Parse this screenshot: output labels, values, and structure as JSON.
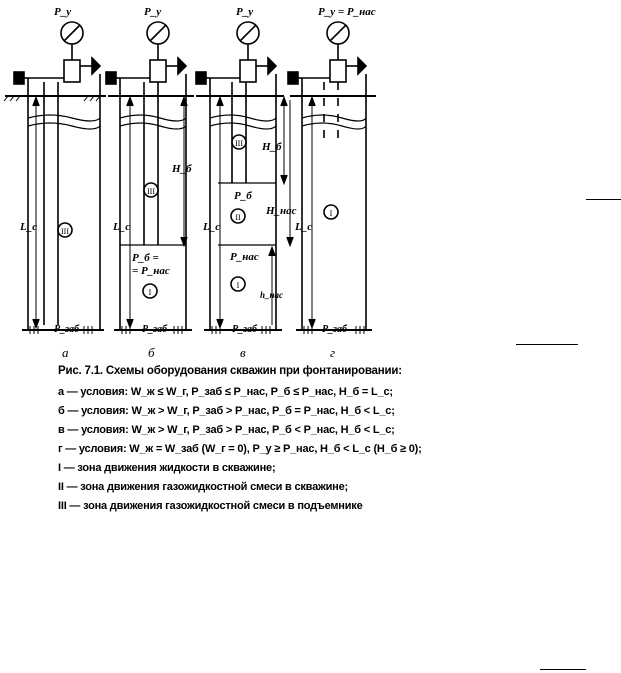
{
  "figure": {
    "panels": [
      {
        "letter": "а",
        "top_label": "P_у",
        "side_label": "L_с",
        "zone": "III",
        "bottom_label": "P_заб"
      },
      {
        "letter": "б",
        "top_label": "P_у",
        "side_label": "L_с",
        "zone_upper": "III",
        "zone_lower": "I",
        "height_label": "H_б",
        "pressure_label_1": "P_б =",
        "pressure_label_2": "= P_нас",
        "bottom_label": "P_заб"
      },
      {
        "letter": "в",
        "top_label": "P_у",
        "side_label": "L_с",
        "zone_upper": "III",
        "zone_middle": "II",
        "zone_lower": "I",
        "height_label_1": "H_б",
        "height_label_2": "H_нас",
        "height_label_3": "h_нас",
        "pressure_b": "P_б",
        "pressure_nas": "P_нас",
        "bottom_label": "P_заб"
      },
      {
        "letter": "г",
        "top_label": "P_у = P_нас",
        "side_label": "L_с",
        "zone": "I",
        "bottom_label": "P_заб"
      }
    ]
  },
  "caption": {
    "title": "Рис. 7.1. Схемы оборудования скважин при фонтанировании:",
    "lines": [
      "а — условия: W_ж ≤ W_г, P_заб ≤ P_нас, P_б ≤ P_нас, H_б = L_с;",
      "б — условия: W_ж > W_г, P_заб > P_нас, P_б = P_нас, H_б < L_с;",
      "в — условия: W_ж > W_г, P_заб > P_нас, P_б < P_нас, H_б < L_с;",
      "г — условия: W_ж = W_заб (W_г = 0), P_у ≥ P_нас, H_б < L_с (H_б ≥ 0);",
      "I — зона движения жидкости в скважине;",
      "II — зона движения газожидкостной смеси в скважине;",
      "III — зона движения газожидкостной смеси в подъемнике"
    ]
  }
}
